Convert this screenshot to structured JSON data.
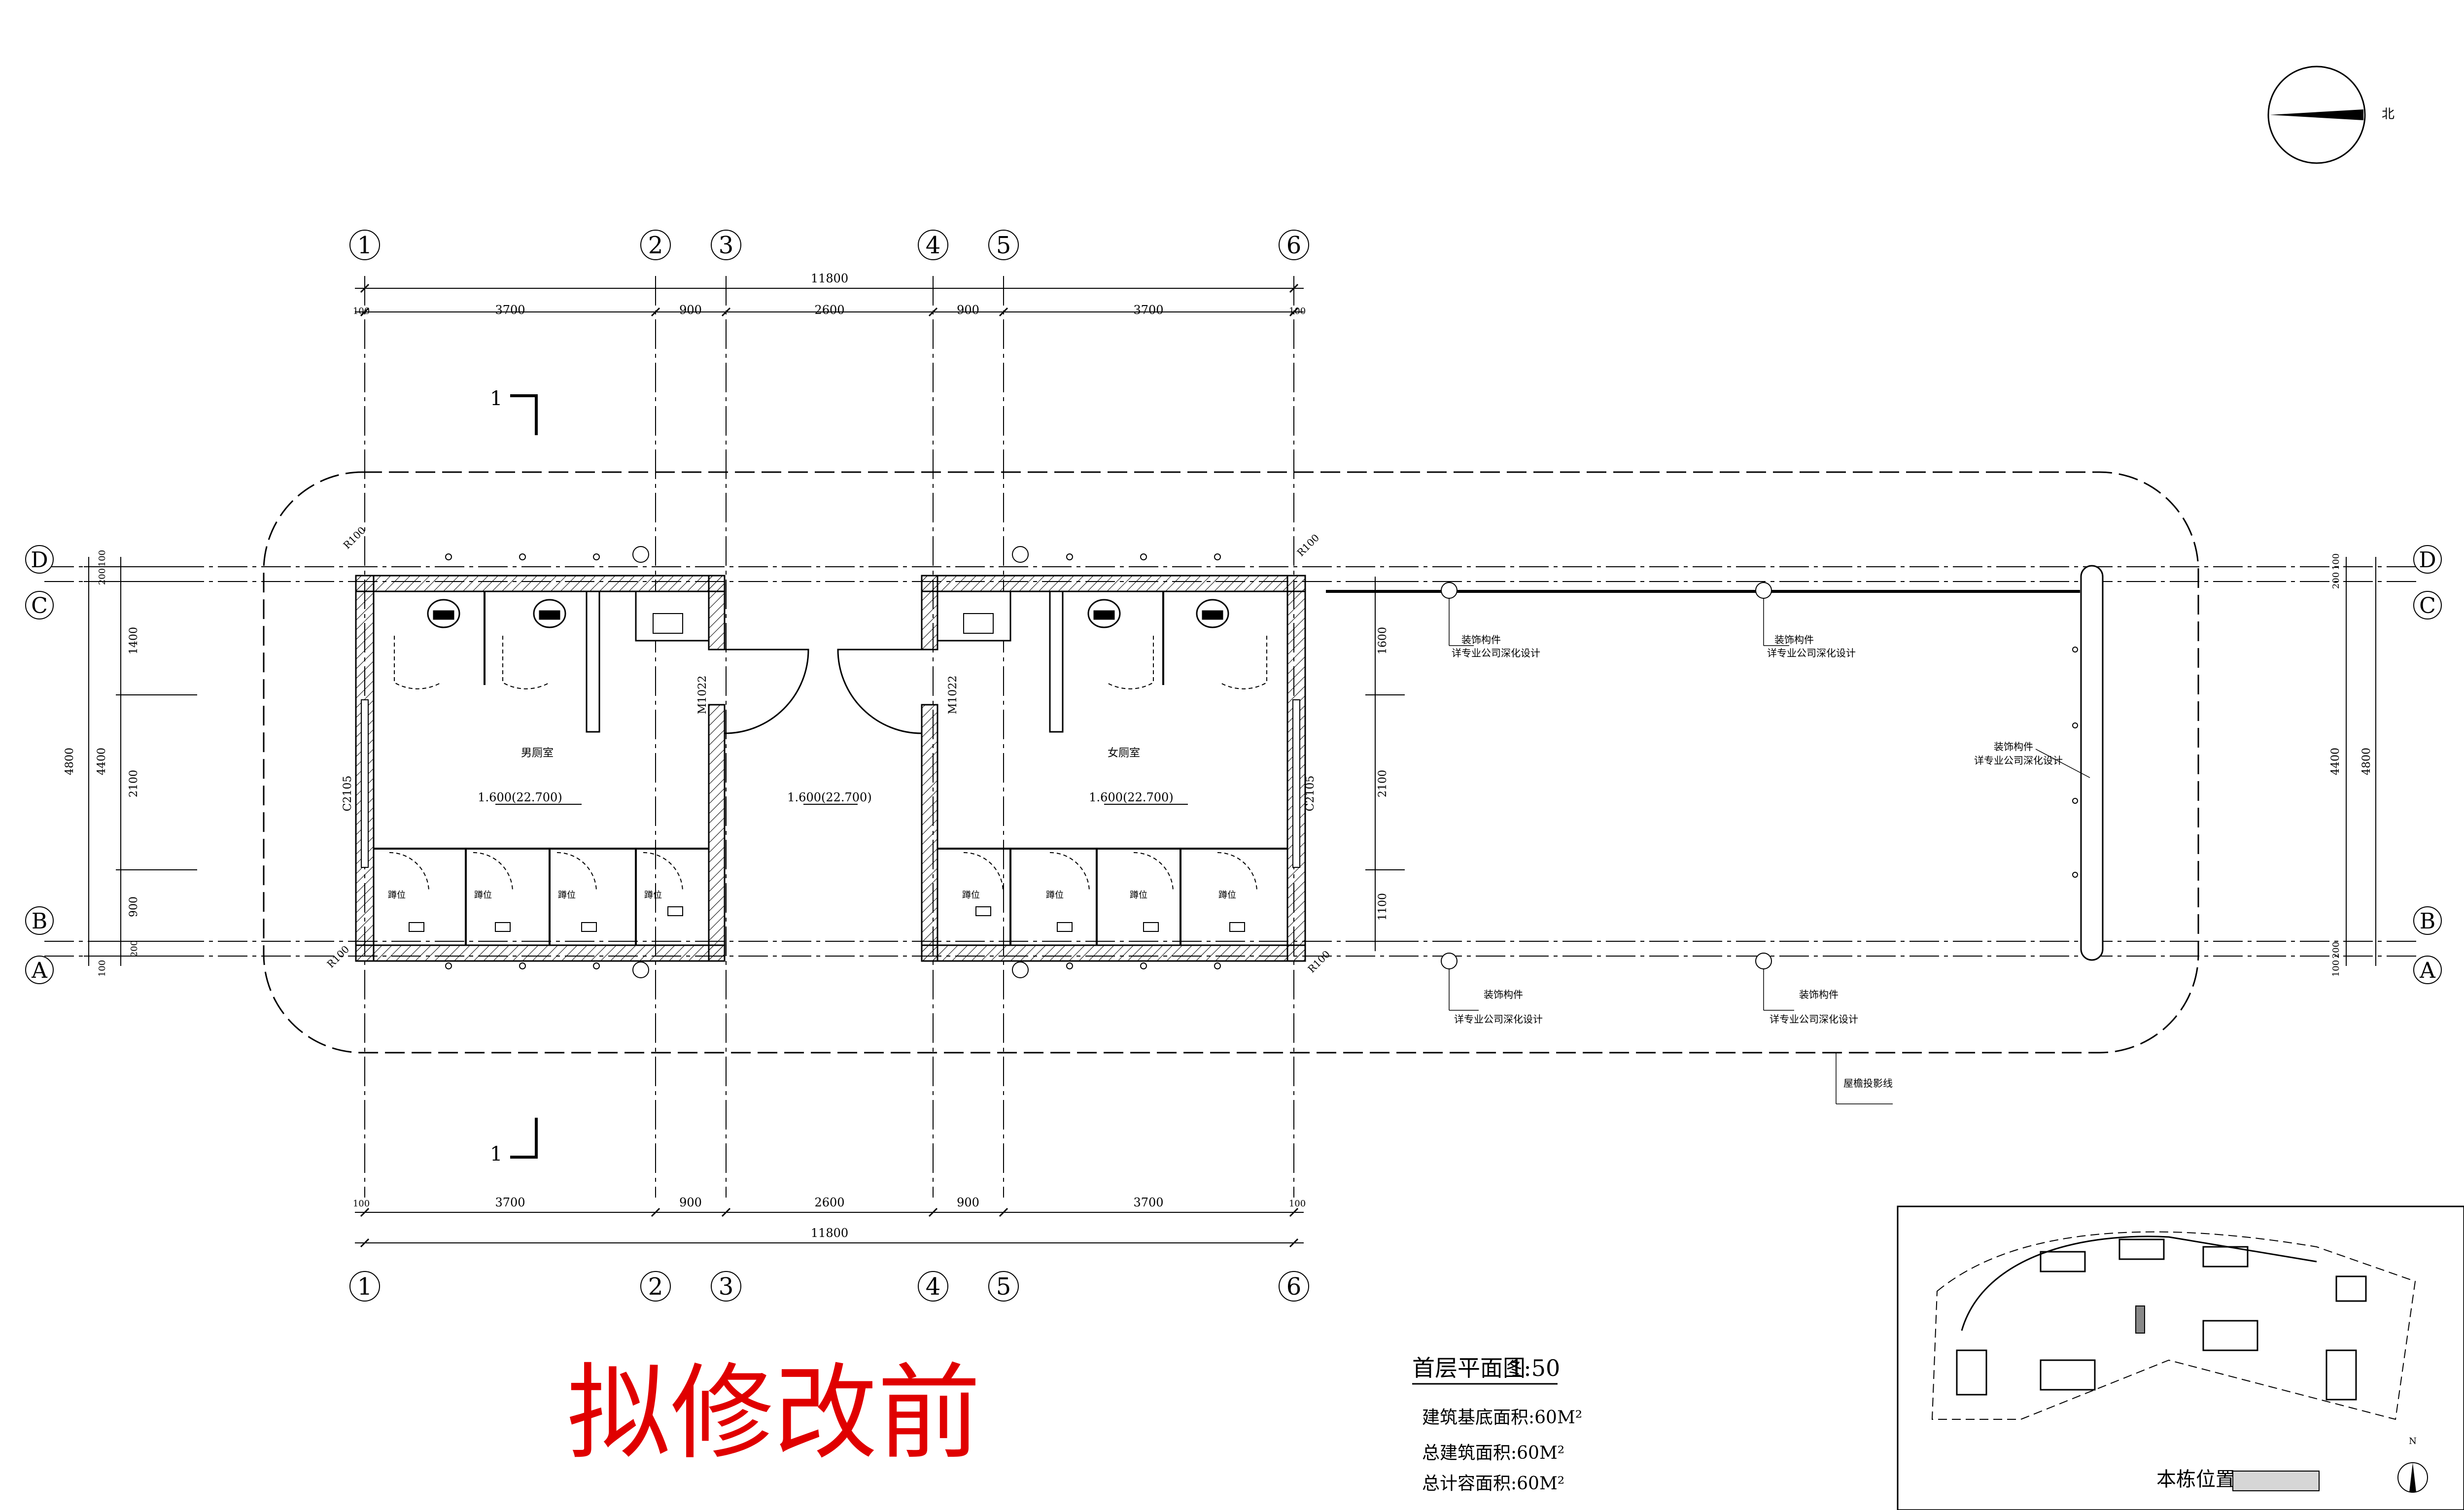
{
  "drawing": {
    "stamp_text": "拟修改前",
    "title": "首层平面图",
    "scale": "1:50",
    "area_lines": [
      "建筑基底面积:60M²",
      "总建筑面积:60M²",
      "总计容面积:60M²"
    ],
    "north_label": "北",
    "keyplan_label": "本栋位置",
    "keyplan_north": "N"
  },
  "grid": {
    "vertical": [
      "1",
      "2",
      "3",
      "4",
      "5",
      "6"
    ],
    "horizontal": [
      "D",
      "C",
      "B",
      "A"
    ]
  },
  "dimensions": {
    "overall_h": "11800",
    "segments_h": [
      "100",
      "3700",
      "900",
      "2600",
      "900",
      "3700",
      "100"
    ],
    "overall_v": "4800",
    "inner_v": "4400",
    "segments_v_left": [
      "100",
      "200",
      "1400",
      "2100",
      "900",
      "200",
      "100"
    ],
    "segments_v_right": [
      "100",
      "200",
      "1600",
      "2100",
      "1100",
      "200",
      "100"
    ]
  },
  "section_mark": "1",
  "rooms": {
    "left_name": "男厕室",
    "right_name": "女厕室",
    "stall_label": "蹲位",
    "left_level": "1.600(22.700)",
    "mid_level": "1.600(22.700)",
    "right_level": "1.600(22.700)",
    "door_left": "M1022",
    "door_right": "M1022",
    "window_left": "C2105",
    "window_right": "C2105",
    "corner_tag": "R100"
  },
  "annotations": {
    "decor_column": "装饰构件",
    "decor_note": "详专业公司深化设计",
    "canopy_note": "屋檐投影线"
  }
}
